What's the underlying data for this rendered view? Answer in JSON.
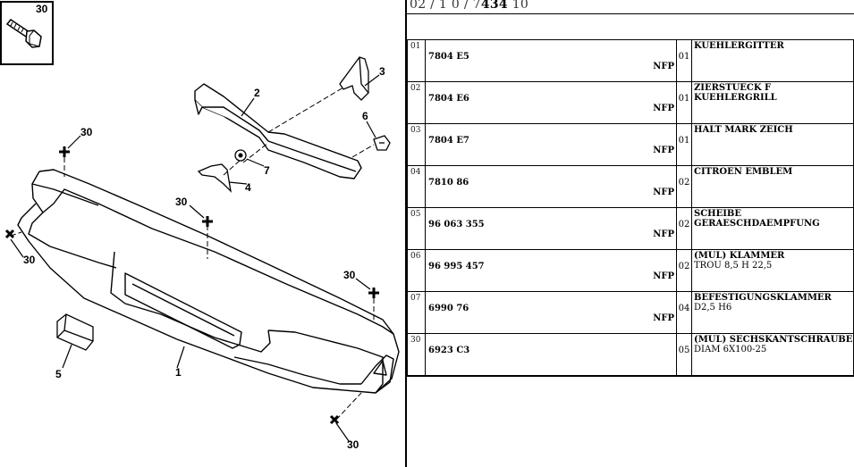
{
  "header": {
    "code_prefix": "02 / 1 0 / 7",
    "code_bold": "434",
    "code_suffix": "10"
  },
  "diagram": {
    "callouts": [
      "30",
      "2",
      "3",
      "6",
      "30",
      "7",
      "4",
      "30",
      "30",
      "30",
      "5",
      "1",
      "30"
    ]
  },
  "parts": [
    {
      "pos": "01",
      "ref": "7804 E5",
      "nfp": "NFP",
      "qty": "01",
      "desc1": "KUEHLERGITTER",
      "desc2": ""
    },
    {
      "pos": "02",
      "ref": "7804 E6",
      "nfp": "NFP",
      "qty": "01",
      "desc1": "ZIERSTUECK F KUEHLERGRILL",
      "desc2": ""
    },
    {
      "pos": "03",
      "ref": "7804 E7",
      "nfp": "NFP",
      "qty": "01",
      "desc1": "HALT MARK ZEICH",
      "desc2": ""
    },
    {
      "pos": "04",
      "ref": "7810 86",
      "nfp": "NFP",
      "qty": "02",
      "desc1": "CITROEN EMBLEM",
      "desc2": ""
    },
    {
      "pos": "05",
      "ref": "96 063 355",
      "nfp": "NFP",
      "qty": "02",
      "desc1": "SCHEIBE GERAESCHDAEMPFUNG",
      "desc2": ""
    },
    {
      "pos": "06",
      "ref": "96 995 457",
      "nfp": "NFP",
      "qty": "02",
      "desc1": "(MUL) KLAMMER",
      "desc2": "TROU 8,5 H 22,5"
    },
    {
      "pos": "07",
      "ref": "6990 76",
      "nfp": "NFP",
      "qty": "04",
      "desc1": "BEFESTIGUNGSKLAMMER",
      "desc2": "D2,5 H6"
    },
    {
      "pos": "30",
      "ref": "6923 C3",
      "nfp": "",
      "qty": "05",
      "desc1": "(MUL) SECHSKANTSCHRAUBE",
      "desc2": "DIAM 6X100-25"
    }
  ]
}
